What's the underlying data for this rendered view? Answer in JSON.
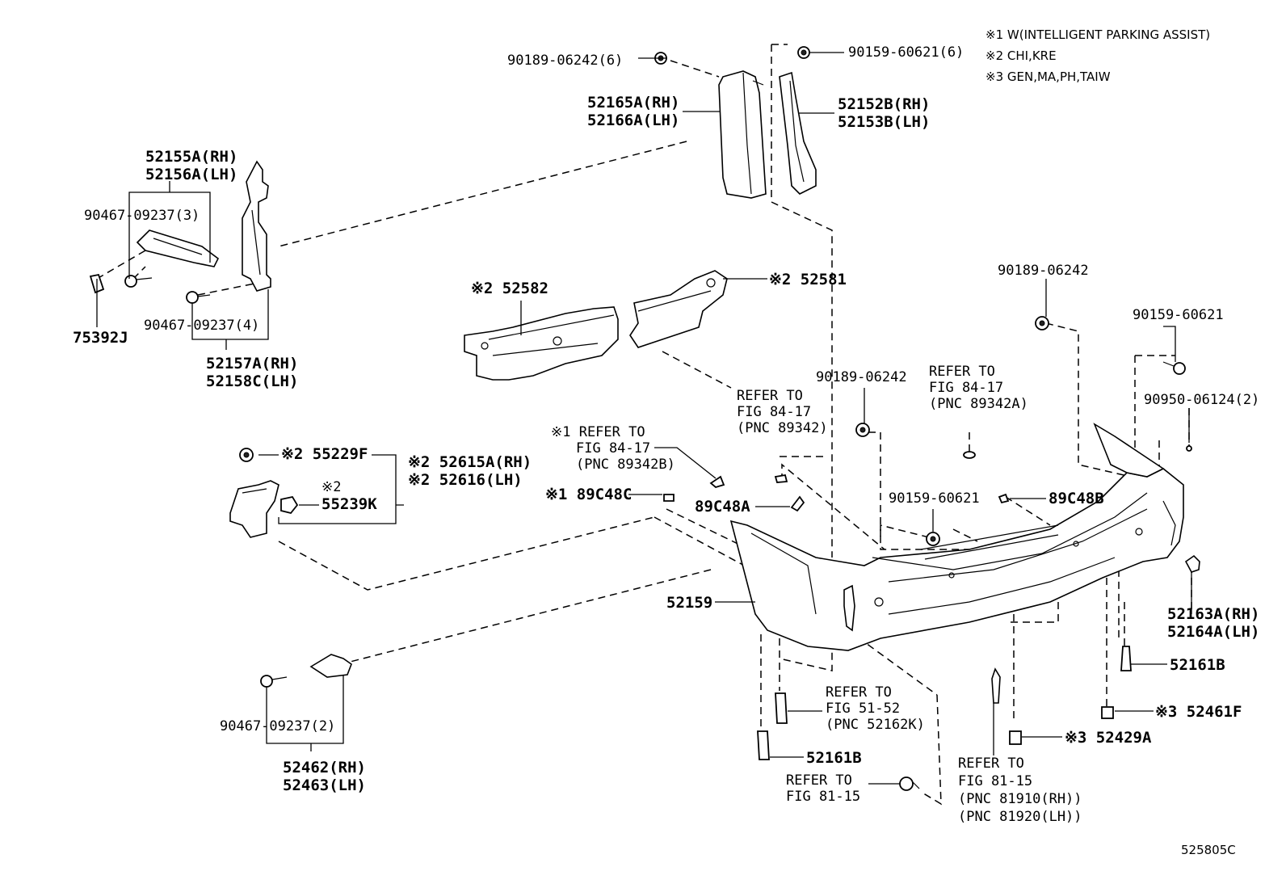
{
  "notes": [
    "※1 W(INTELLIGENT PARKING ASSIST)",
    "※2 CHI,KRE",
    "※3 GEN,MA,PH,TAIW"
  ],
  "figure_code": "525805C",
  "labels": {
    "p90189_06242_6": "90189-06242(6)",
    "p90159_60621_6": "90159-60621(6)",
    "p52165a": "52165A(RH)",
    "p52166a": "52166A(LH)",
    "p52152b": "52152B(RH)",
    "p52153b": "52153B(LH)",
    "p52155a": "52155A(RH)",
    "p52156a": "52156A(LH)",
    "p90467_3": "90467-09237(3)",
    "p90467_4": "90467-09237(4)",
    "p75392j": "75392J",
    "p52157a": "52157A(RH)",
    "p52158c": "52158C(LH)",
    "p52582": "※2 52582",
    "p52581": "※2 52581",
    "p90189_06242_a": "90189-06242",
    "p90159_60621_a": "90159-60621",
    "p90950": "90950-06124(2)",
    "p90189_06242_b": "90189-06242",
    "ref8417a_1": "REFER TO",
    "ref8417a_2": "FIG 84-17",
    "ref8417a_3": "(PNC 89342A)",
    "ref8417_1": "REFER TO",
    "ref8417_2": "FIG 84-17",
    "ref8417_3": "(PNC 89342)",
    "ref8417b_1": "※1 REFER TO",
    "ref8417b_2": "FIG 84-17",
    "ref8417b_3": "(PNC 89342B)",
    "p55229f": "※2 55229F",
    "p55239k_a": "※2",
    "p55239k_b": "55239K",
    "p52615a": "※2 52615A(RH)",
    "p52616": "※2 52616(LH)",
    "p89c48c": "※1 89C48C",
    "p89c48a": "89C48A",
    "p90159_60621_b": "90159-60621",
    "p89c48b": "89C48B",
    "p52159": "52159",
    "p52163a": "52163A(RH)",
    "p52164a": "52164A(LH)",
    "p52161b_r": "52161B",
    "p52461f": "※3 52461F",
    "p52429a": "※3 52429A",
    "ref5152_1": "REFER TO",
    "ref5152_2": "FIG 51-52",
    "ref5152_3": "(PNC 52162K)",
    "p52161b_l": "52161B",
    "ref8115a_1": "REFER TO",
    "ref8115a_2": "FIG 81-15",
    "ref8115b_1": "REFER TO",
    "ref8115b_2": "FIG 81-15",
    "ref8115b_3": "(PNC 81910(RH))",
    "ref8115b_4": "(PNC 81920(LH))",
    "p90467_2": "90467-09237(2)",
    "p52462": "52462(RH)",
    "p52463": "52463(LH)"
  }
}
